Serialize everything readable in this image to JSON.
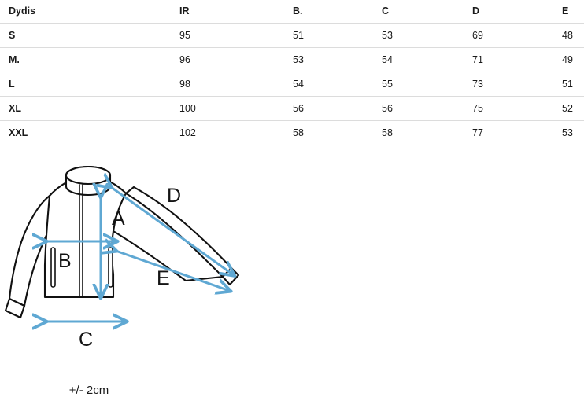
{
  "table": {
    "headers": [
      "Dydis",
      "IR",
      "B.",
      "C",
      "D",
      "E"
    ],
    "rows": [
      {
        "size": "S",
        "ir": "95",
        "b": "51",
        "c": "53",
        "d": "69",
        "e": "48"
      },
      {
        "size": "M.",
        "ir": "96",
        "b": "53",
        "c": "54",
        "d": "71",
        "e": "49"
      },
      {
        "size": "L",
        "ir": "98",
        "b": "54",
        "c": "55",
        "d": "73",
        "e": "51"
      },
      {
        "size": "XL",
        "ir": "100",
        "b": "56",
        "c": "56",
        "d": "75",
        "e": "52"
      },
      {
        "size": "XXL",
        "ir": "102",
        "b": "58",
        "c": "58",
        "d": "77",
        "e": "53"
      }
    ]
  },
  "diagram": {
    "labels": {
      "a": "A",
      "b": "B",
      "c": "C",
      "d": "D",
      "e": "E"
    },
    "tolerance": "+/- 2cm",
    "colors": {
      "arrow": "#5FA8D3",
      "outline": "#111111",
      "background": "#ffffff"
    }
  }
}
